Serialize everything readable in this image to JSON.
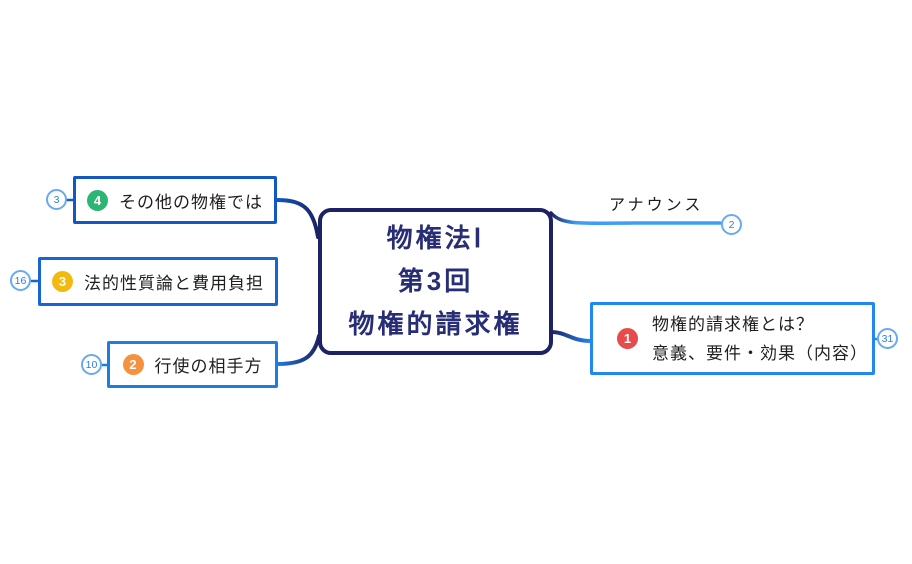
{
  "canvas": {
    "background": "#ffffff"
  },
  "center_node": {
    "lines": [
      "物権法Ⅰ",
      "第3回",
      "物権的請求権"
    ],
    "border_color": "#1c2263",
    "text_color": "#272e75"
  },
  "announce_branch": {
    "label": "アナウンス",
    "count": "2",
    "line_color": "#3d9ef5"
  },
  "right_branch": {
    "badge": "1",
    "badge_color": "#e84b4b",
    "lines": [
      "物権的請求権とは？",
      "意義、要件・効果（内容）"
    ],
    "count": "31",
    "border_color": "#2287ee"
  },
  "left_branches": [
    {
      "badge": "4",
      "badge_color": "#2bb673",
      "label": "その他の物権では",
      "count": "3",
      "border_color": "#1158c4"
    },
    {
      "badge": "3",
      "badge_color": "#f2ba0d",
      "label": "法的性質論と費用負担",
      "count": "16",
      "border_color": "#1565d2"
    },
    {
      "badge": "2",
      "badge_color": "#f6923d",
      "label": "行使の相手方",
      "count": "10",
      "border_color": "#1e7ce2"
    }
  ],
  "counter_style": {
    "stroke_color": "#66abf0",
    "text_color": "#2e7fd9"
  }
}
